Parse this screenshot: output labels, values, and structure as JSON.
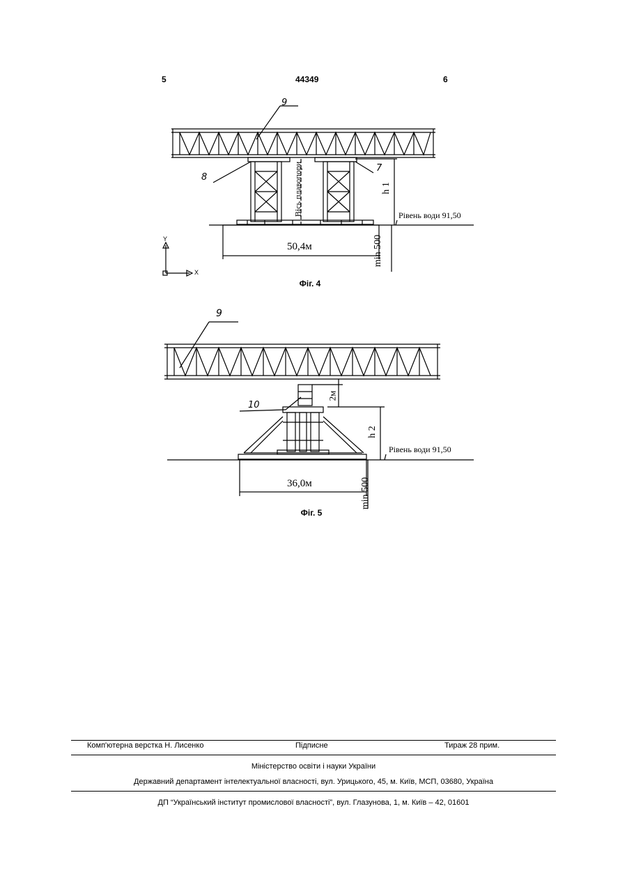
{
  "header": {
    "left_page": "5",
    "patent_number": "44349",
    "right_page": "6"
  },
  "fig4": {
    "caption": "Фіг. 4",
    "label_9": "9",
    "label_8": "8",
    "label_7": "7",
    "axis_label": "Вісь плавопори",
    "height_label": "h 1",
    "water_level": "Рівень води  91,50",
    "width_dim": "50,4м",
    "depth_dim": "min 500",
    "coord_y": "Y",
    "coord_x": "X"
  },
  "fig5": {
    "caption": "Фіг. 5",
    "label_9": "9",
    "label_10": "10",
    "gap_dim": "2м",
    "height_label": "h 2",
    "water_level": "Рівень води  91,50",
    "width_dim": "36,0м",
    "depth_dim": "min 500"
  },
  "footer": {
    "layout_by": "Комп'ютерна верстка Н. Лисенко",
    "signed": "Підписне",
    "circulation": "Тираж 28 прим.",
    "ministry": "Міністерство освіти і науки України",
    "department": "Державний департамент інтелектуальної власності, вул. Урицького, 45, м. Київ, МСП, 03680, Україна",
    "institute": "ДП “Український інститут промислової власності”, вул. Глазунова, 1, м. Київ – 42, 01601"
  }
}
